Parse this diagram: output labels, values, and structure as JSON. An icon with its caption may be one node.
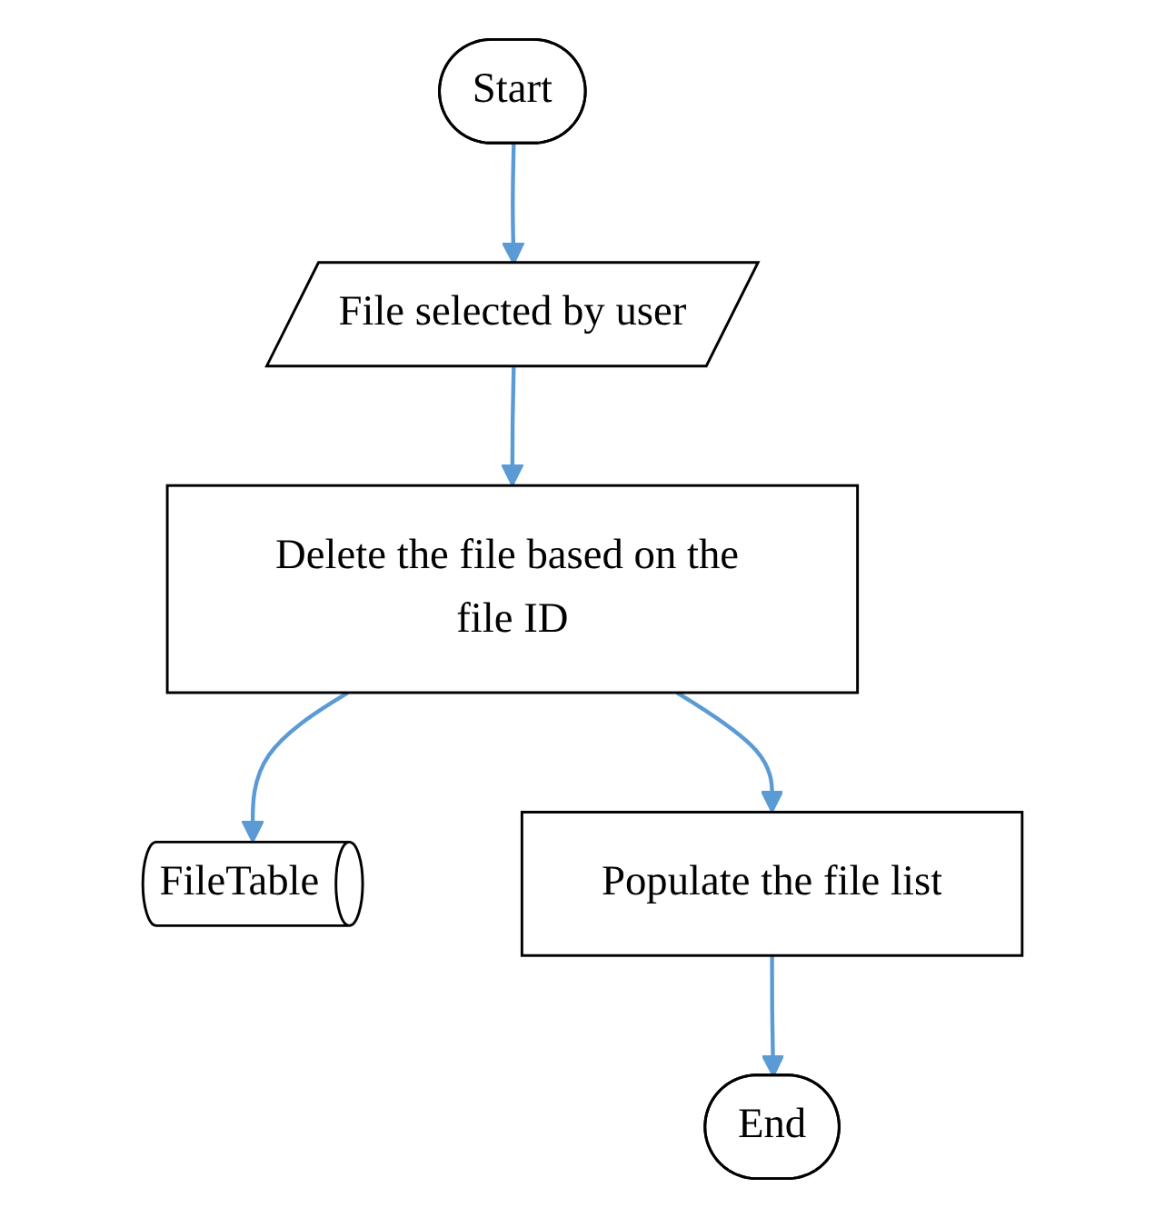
{
  "diagram": {
    "nodes": [
      {
        "text": [
          "Start"
        ]
      },
      {
        "text": [
          "File selected by user"
        ]
      },
      {
        "text": [
          "Delete the file based on the file ID"
        ]
      },
      {
        "text": [
          "FileTable"
        ]
      },
      {
        "text": [
          "Populate the file list"
        ]
      },
      {
        "text": [
          "End"
        ]
      }
    ],
    "edges": [
      {
        "from": 0,
        "to": 1,
        "arrow": "to"
      },
      {
        "from": 1,
        "to": 2,
        "arrow": "to"
      },
      {
        "from": 2,
        "to": 3,
        "arrow": "to"
      },
      {
        "from": 2,
        "to": 4,
        "arrow": "to"
      },
      {
        "from": 4,
        "to": 5,
        "arrow": "to"
      }
    ]
  }
}
